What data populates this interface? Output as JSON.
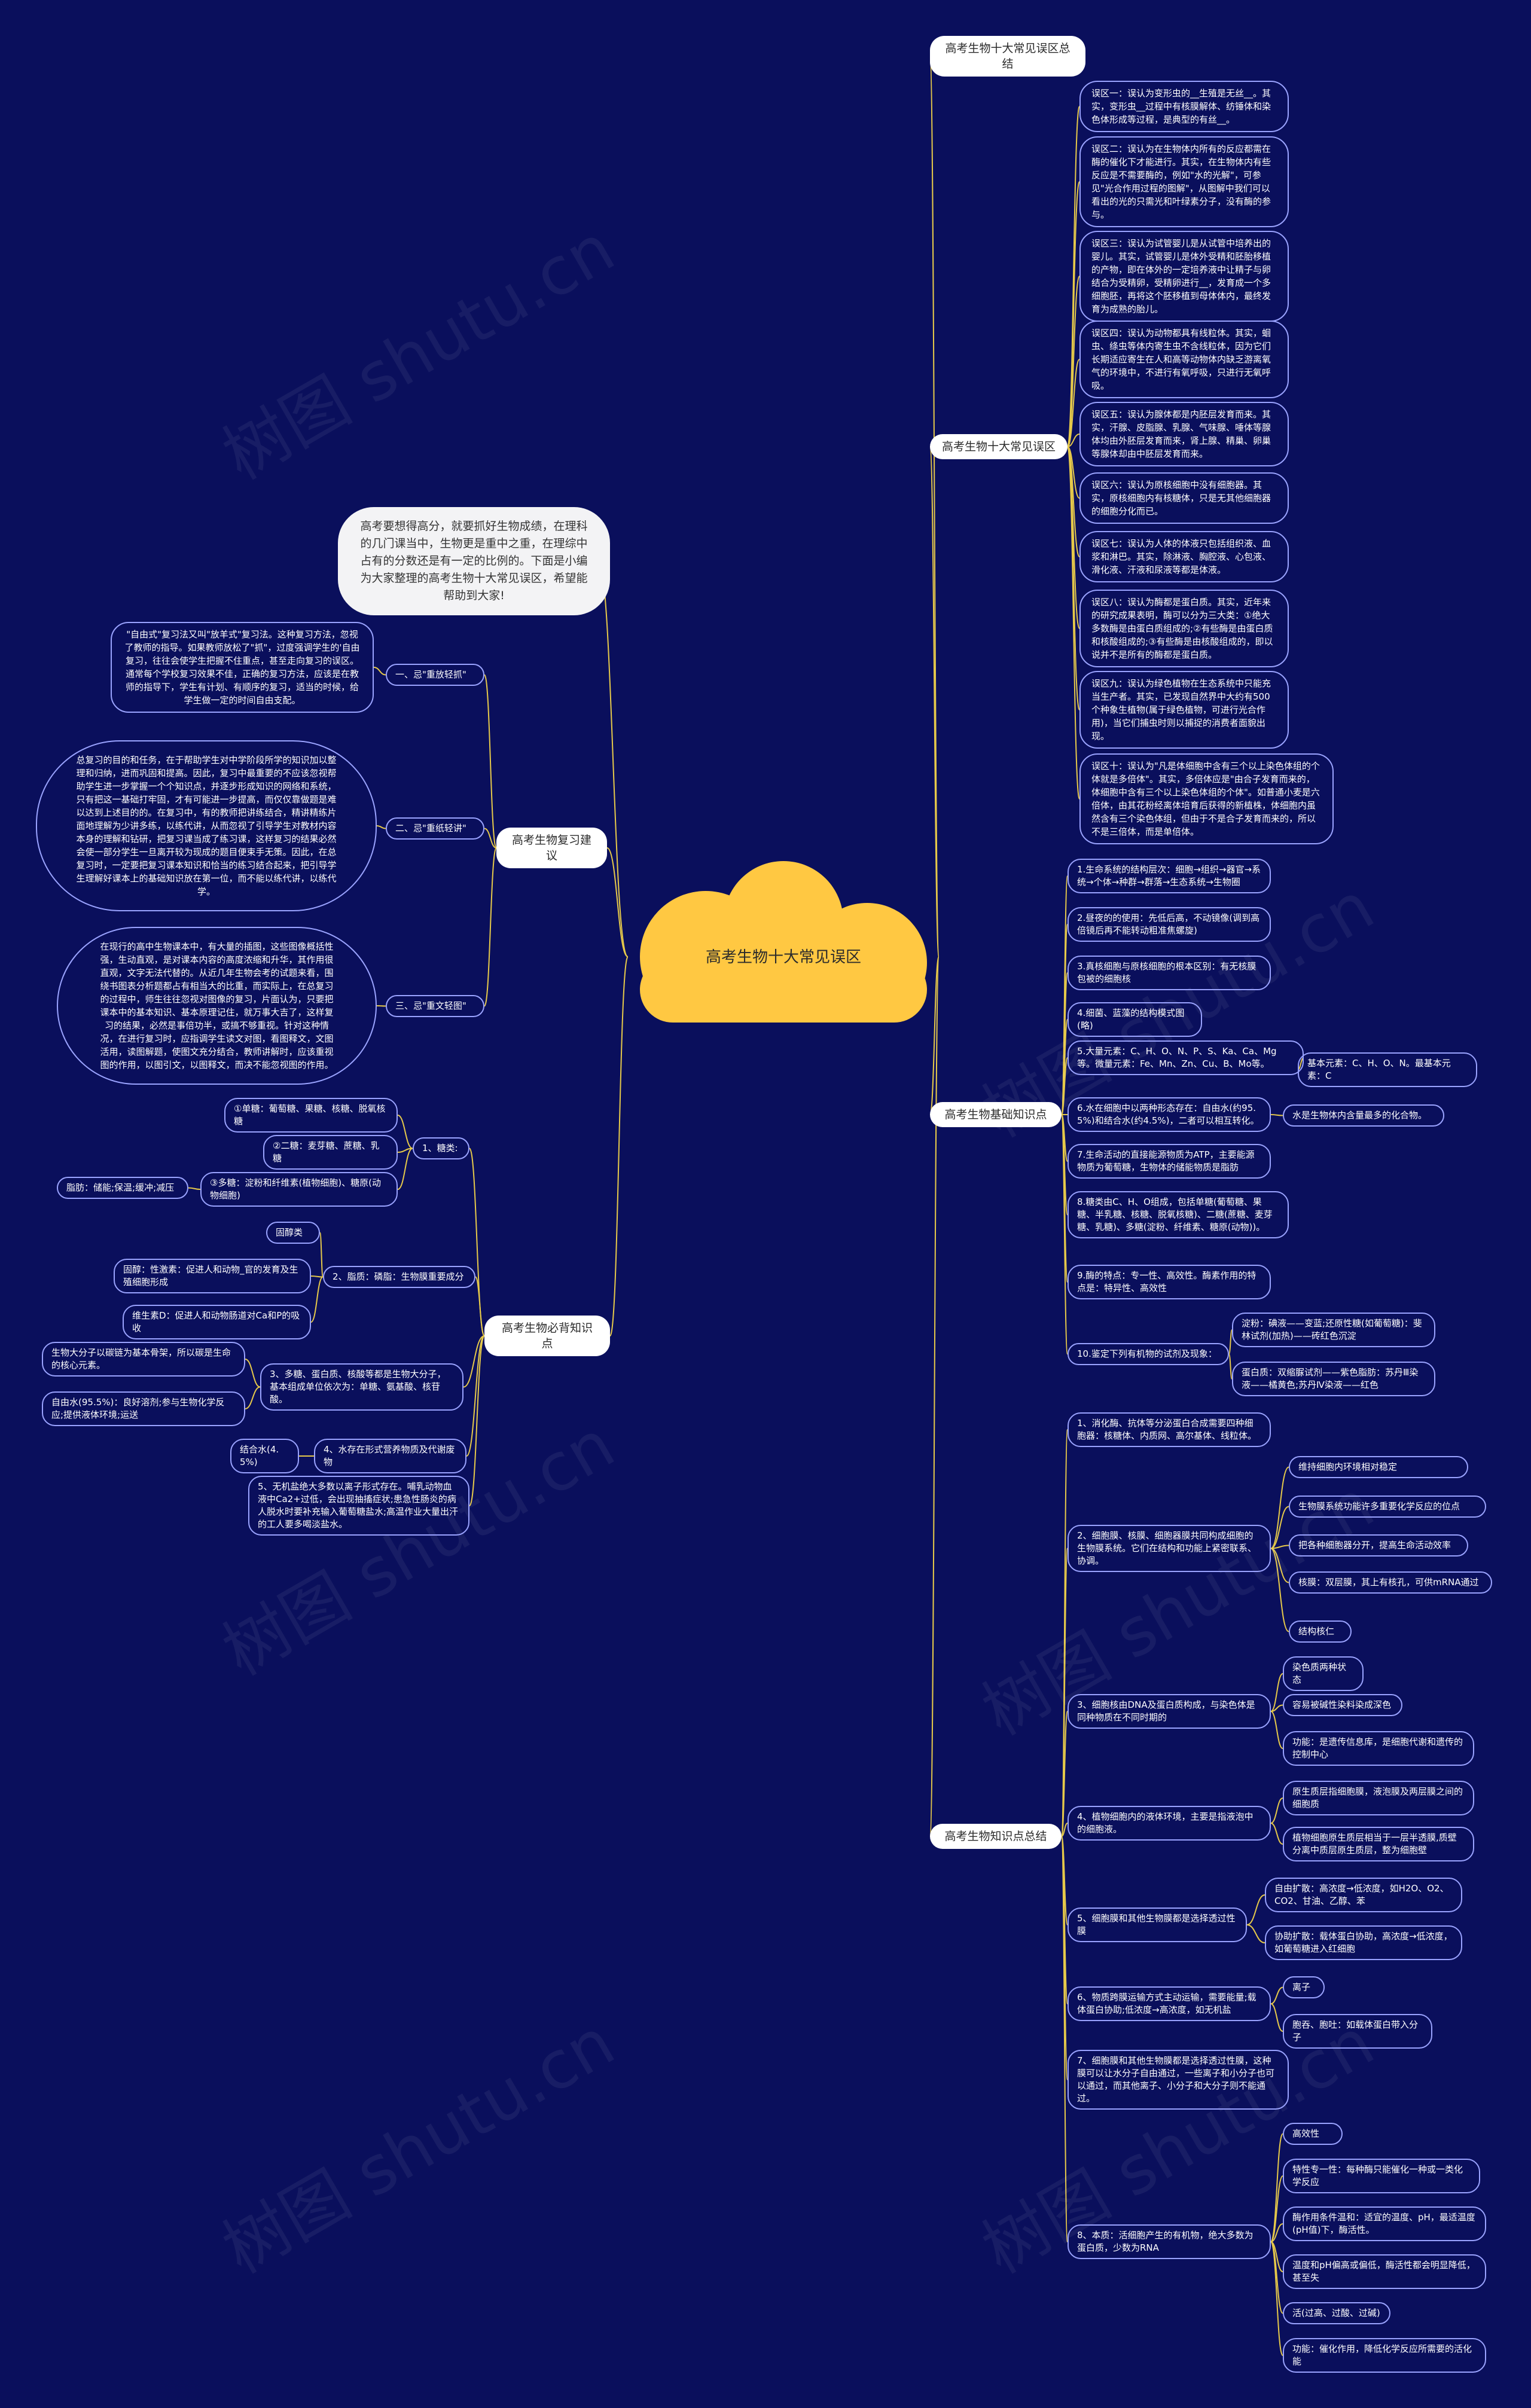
{
  "root": "高考生物十大常见误区",
  "watermark": "树图 shutu.cn",
  "colors": {
    "background": "#0a0f5c",
    "link": "#e6c94a",
    "root": "#ffc842",
    "node_border": "#9aa3ff",
    "branch_bg": "#ffffff"
  },
  "intro": "高考要想得高分，就要抓好生物成绩，在理科的几门课当中，生物更是重中之重，在理综中占有的分数还是有一定的比例的。下面是小编为大家整理的高考生物十大常见误区，希望能帮助到大家!",
  "right": {
    "summary": {
      "title": "高考生物十大常见误区总结"
    },
    "misconceptions": {
      "title": "高考生物十大常见误区",
      "items": [
        "误区一：误认为变形虫的__生殖是无丝__。其实，变形虫__过程中有核膜解体、纺锤体和染色体形成等过程，是典型的有丝__。",
        "误区二：误认为在生物体内所有的反应都需在酶的催化下才能进行。其实，在生物体内有些反应是不需要酶的，例如\"水的光解\"，可参见\"光合作用过程的图解\"，从图解中我们可以看出的光的只需光和叶绿素分子，没有酶的参与。",
        "误区三：误认为试管婴儿是从试管中培养出的婴儿。其实，试管婴儿是体外受精和胚胎移植的产物，即在体外的一定培养液中让精子与卵结合为受精卵，受精卵进行__，发育成一个多细胞胚，再将这个胚移植到母体体内，最终发育为成熟的胎儿。",
        "误区四：误认为动物都具有线粒体。其实，蛔虫、绦虫等体内寄生虫不含线粒体，因为它们长期适应寄生在人和高等动物体内缺乏游离氧气的环境中，不进行有氧呼吸，只进行无氧呼吸。",
        "误区五：误认为腺体都是内胚层发育而来。其实，汗腺、皮脂腺、乳腺、气味腺、唾体等腺体均由外胚层发育而来，肾上腺、精巢、卵巢等腺体却由中胚层发育而来。",
        "误区六：误认为原核细胞中没有细胞器。其实，原核细胞内有核糖体，只是无其他细胞器的细胞分化而已。",
        "误区七：误认为人体的体液只包括组织液、血浆和淋巴。其实，除淋液、胸腔液、心包液、滑化液、汗液和尿液等都是体液。",
        "误区八：误认为酶都是蛋白质。其实，近年来的研究成果表明，酶可以分为三大类：①绝大多数酶是由蛋白质组成的;②有些酶是由蛋白质和核酸组成的;③有些酶是由核酸组成的，即以说并不是所有的酶都是蛋白质。",
        "误区九：误认为绿色植物在生态系统中只能充当生产者。其实，已发现自然界中大约有500个种象生植物(属于绿色植物，可进行光合作用)，当它们捕虫时则以捕捉的消费者面貌出现。",
        "误区十：误认为\"凡是体细胞中含有三个以上染色体组的个体就是多倍体\"。其实，多倍体应是\"由合子发育而来的，体细胞中含有三个以上染色体组的个体\"。如普通小麦是六倍体，由其花粉经离体培育后获得的新植株，体细胞内虽然含有三个染色体组，但由于不是合子发育而来的，所以不是三倍体，而是单倍体。"
      ]
    },
    "basics": {
      "title": "高考生物基础知识点",
      "items": [
        {
          "text": "1.生命系统的结构层次：细胞→组织→器官→系统→个体→种群→群落→生态系统→生物圈"
        },
        {
          "text": "2.昼夜的的使用：先低后高，不动镜像(调到高倍镜后再不能转动粗准焦螺旋)"
        },
        {
          "text": "3.真核细胞与原核细胞的根本区别：有无核膜包被的细胞核"
        },
        {
          "text": "4.细菌、蓝藻的结构模式图(略)"
        },
        {
          "text": "5.大量元素：C、H、O、N、P、S、Ka、Ca、Mg等。微量元素：Fe、Mn、Zn、Cu、B、Mo等。",
          "child": "基本元素：C、H、O、N。最基本元素：C"
        },
        {
          "text": "6.水在细胞中以两种形态存在：自由水(约95.5%)和结合水(约4.5%)，二者可以相互转化。",
          "child": "水是生物体内含量最多的化合物。"
        },
        {
          "text": "7.生命活动的直接能源物质为ATP，主要能源物质为葡萄糖，生物体的储能物质是脂肪"
        },
        {
          "text": "8.糖类由C、H、O组成，包括单糖(葡萄糖、果糖、半乳糖、核糖、脱氧核糖)、二糖(蔗糖、麦芽糖、乳糖)、多糖(淀粉、纤维素、糖原(动物))。"
        },
        {
          "text": "9.酶的特点：专一性、高效性。酶素作用的特点是：特异性、高效性"
        },
        {
          "text": "10.鉴定下列有机物的试剂及现象：",
          "children": [
            "淀粉：碘液——变蓝;还原性糖(如葡萄糖)：斐林试剂(加热)——砖红色沉淀",
            "蛋白质：双缩脲试剂——紫色脂肪：苏丹Ⅲ染液——橘黄色;苏丹Ⅳ染液——红色"
          ]
        }
      ]
    },
    "points": {
      "title": "高考生物知识点总结",
      "items": [
        {
          "text": "1、消化酶、抗体等分泌蛋白合成需要四种细胞器：核糖体、内质网、高尔基体、线粒体。"
        },
        {
          "text": "2、细胞膜、核膜、细胞器膜共同构成细胞的生物膜系统。它们在结构和功能上紧密联系、协调。",
          "children": [
            "维持细胞内环境相对稳定",
            "生物膜系统功能许多重要化学反应的位点",
            "把各种细胞器分开，提高生命活动效率",
            "核膜：双层膜，其上有核孔，可供mRNA通过",
            "结构核仁"
          ]
        },
        {
          "text": "3、细胞核由DNA及蛋白质构成，与染色体是同种物质在不同时期的",
          "children": [
            "染色质两种状态",
            "容易被碱性染料染成深色",
            "功能：是遗传信息库，是细胞代谢和遗传的控制中心"
          ]
        },
        {
          "text": "4、植物细胞内的液体环境，主要是指液泡中的细胞液。",
          "children": [
            "原生质层指细胞膜，液泡膜及两层膜之间的细胞质",
            "植物细胞原生质层相当于一层半透膜,质壁分离中质层原生质层，整为细胞壁"
          ]
        },
        {
          "text": "5、细胞膜和其他生物膜都是选择透过性膜",
          "children": [
            "自由扩散：高浓度→低浓度，如H2O、O2、CO2、甘油、乙醇、苯",
            "协助扩散：载体蛋白协助，高浓度→低浓度，如葡萄糖进入红细胞"
          ]
        },
        {
          "text": "6、物质跨膜运输方式主动运输，需要能量;载体蛋白协助;低浓度→高浓度，如无机盐",
          "children": [
            "离子",
            "胞吞、胞吐：如载体蛋白带入分子"
          ]
        },
        {
          "text": "7、细胞膜和其他生物膜都是选择透过性膜，这种膜可以让水分子自由通过，一些离子和小分子也可以通过，而其他离子、小分子和大分子则不能通过。"
        },
        {
          "text": "8、本质：活细胞产生的有机物，绝大多数为蛋白质，少数为RNA",
          "children": [
            "高效性",
            "特性专一性：每种酶只能催化一种或一类化学反应",
            "酶作用条件温和：适宜的温度、pH，最适温度(pH值)下，酶活性。",
            "温度和pH偏高或偏低，酶活性都会明显降低，甚至失",
            "活(过高、过酸、过碱)",
            "功能：催化作用，降低化学反应所需要的活化能"
          ]
        }
      ]
    }
  },
  "left": {
    "review": {
      "title": "高考生物复习建议",
      "items": [
        {
          "label": "一、忌\"重放轻抓\"",
          "text": "\"自由式\"复习法又叫\"放羊式\"复习法。这种复习方法，忽视了教师的指导。如果教师放松了\"抓\"，过度强调学生的'自由复习，往往会使学生把握不住重点，甚至走向复习的误区。通常每个学校复习效果不佳，正确的复习方法，应该是在教师的指导下，学生有计划、有顺序的复习，适当的时候，给学生做一定的时间自由支配。"
        },
        {
          "label": "二、忌\"重纸轻讲\"",
          "text": "总复习的目的和任务，在于帮助学生对中学阶段所学的知识加以整理和归纳，进而巩固和提高。因此，复习中最重要的不应该忽视帮助学生进一步掌握一个个知识点，并逐步形成知识的网络和系统，只有把这一基础打牢固，才有可能进一步提高，而仅仅靠做题是难以达到上述目的的。在复习中，有的教师把讲练结合，精讲精练片面地理解为少讲多练，以练代讲，从而忽视了引导学生对教材内容本身的理解和钻研，把复习课当成了练习课，这样复习的结果必然会使一部分学生一旦离开较为现成的题目便束手无策。因此，在总复习时，一定要把复习课本知识和恰当的练习结合起来，把引导学生理解好课本上的基础知识放在第一位，而不能以练代讲，以练代学。"
        },
        {
          "label": "三、忌\"重文轻图\"",
          "text": "在现行的高中生物课本中，有大量的插图，这些图像概括性强，生动直观，是对课本内容的高度浓缩和升华，其作用很直观，文字无法代替的。从近几年生物会考的试题来看，围绕书图表分析题都占有相当大的比重，而实际上，在总复习的过程中，师生往往忽视对图像的复习，片面认为，只要把课本中的基本知识、基本原理记住，就万事大吉了，这样复习的结果，必然是事倍功半，或搞不够重视。针对这种情况，在进行复习时，应指调学生读文对图，看图释文，文图活用，读图解题，使图文充分结合，教师讲解时，应该重视图的作用，以图引文，以图释文，而决不能忽视图的作用。"
        }
      ]
    },
    "essentials": {
      "title": "高考生物必背知识点",
      "items": [
        {
          "text": "1、糖类:",
          "children": [
            "①单糖：葡萄糖、果糖、核糖、脱氧核糖",
            "②二糖：麦芽糖、蔗糖、乳糖",
            "③多糖：淀粉和纤维素(植物细胞)、糖原(动物细胞)"
          ],
          "extra": "脂肪：储能;保温;缓冲;减压"
        },
        {
          "text": "2、脂质：磷脂：生物膜重要成分",
          "children": [
            "固醇类",
            "固醇：性激素：促进人和动物_官的发育及生殖细胞形成",
            "维生素D：促进人和动物肠道对Ca和P的吸收"
          ]
        },
        {
          "text": "3、多糖、蛋白质、核酸等都是生物大分子，基本组成单位依次为：单糖、氨基酸、核苷酸。",
          "children": [
            "生物大分子以碳链为基本骨架，所以碳是生命的核心元素。",
            "自由水(95.5%)：良好溶剂;参与生物化学反应;提供液体环境;运送"
          ]
        },
        {
          "text": "4、水存在形式营养物质及代谢废物",
          "children": [
            "结合水(4.5%)"
          ]
        },
        {
          "text": "5、无机盐绝大多数以离子形式存在。哺乳动物血液中Ca2+过低，会出现抽搐症状;患急性肠炎的病人脱水时要补充输入葡萄糖盐水;高温作业大量出汗的工人要多喝淡盐水。"
        }
      ]
    }
  }
}
